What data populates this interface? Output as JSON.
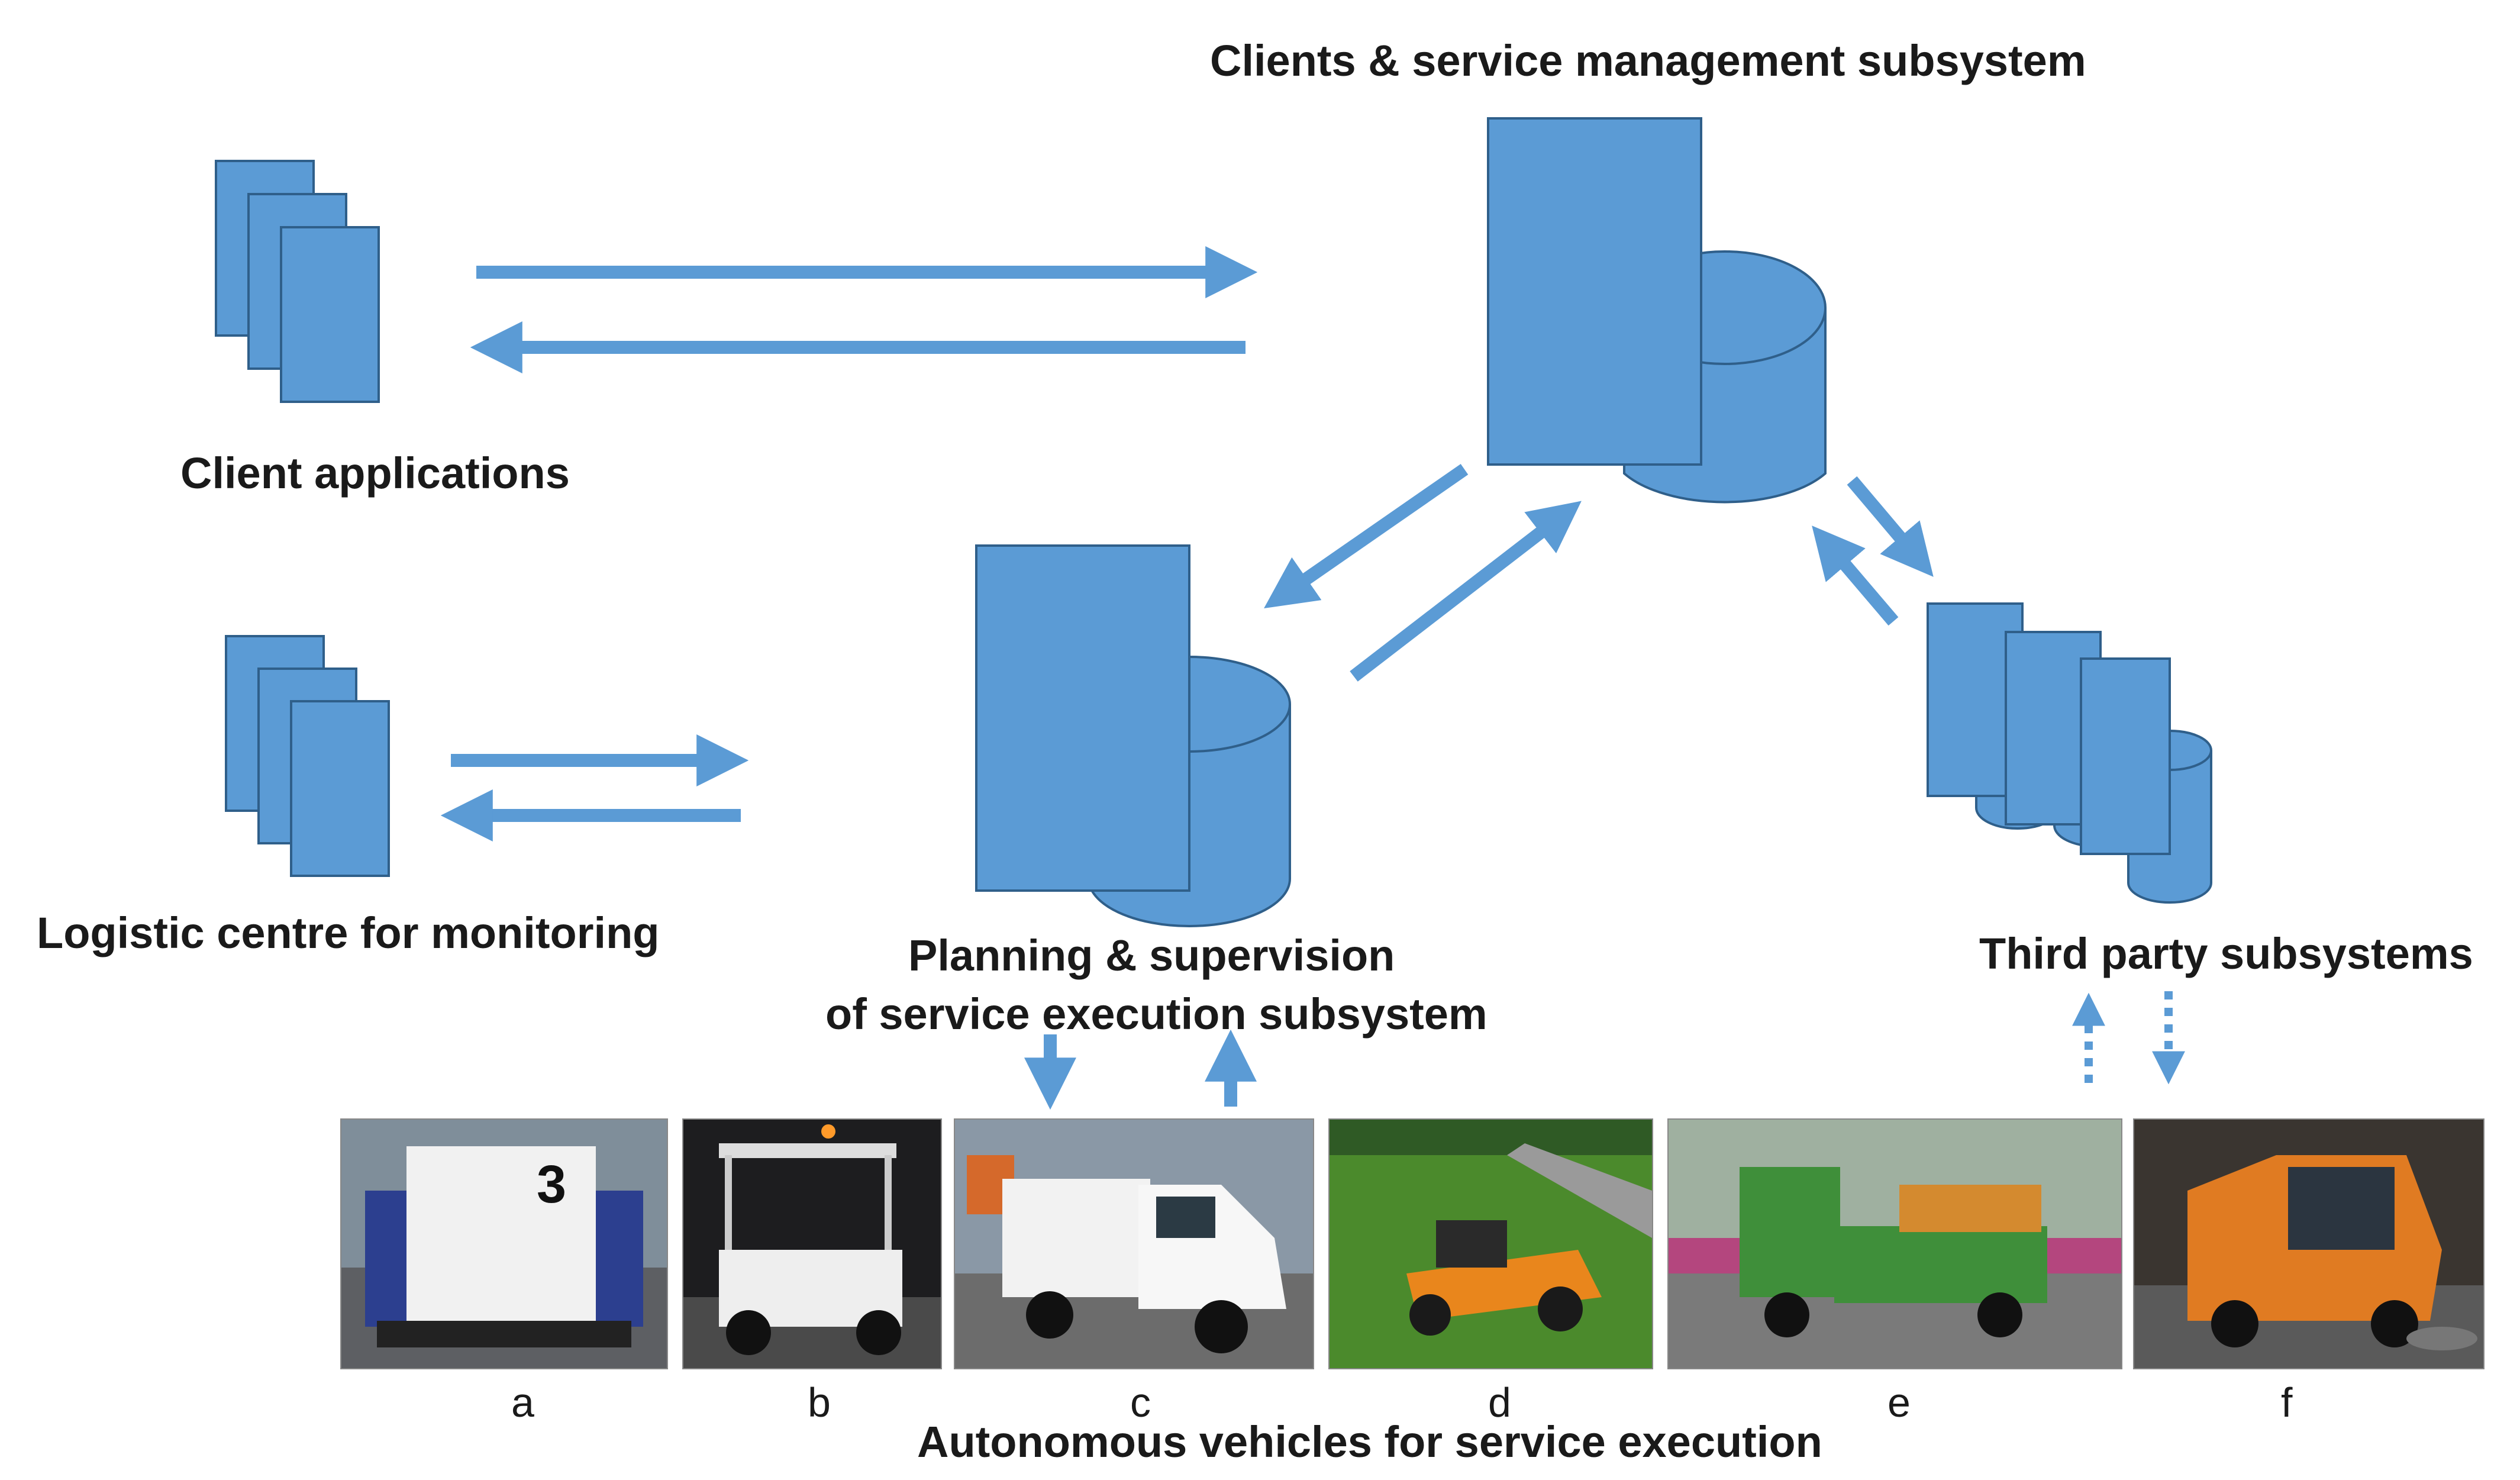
{
  "colors": {
    "shape_fill": "#5B9BD5",
    "shape_stroke": "#2F5F8A",
    "arrow": "#5B9BD5"
  },
  "labels": {
    "clients_service_management": "Clients & service management subsystem",
    "client_applications": "Client applications",
    "logistic_centre": "Logistic centre for monitoring",
    "planning_line1": "Planning & supervision",
    "planning_line2": "of service execution subsystem",
    "third_party": "Third party subsystems",
    "autonomous_vehicles": "Autonomous vehicles for service execution"
  },
  "vehicles": [
    {
      "letter": "a",
      "photo_text": "3",
      "icon": "boxy-delivery-robot-photo"
    },
    {
      "letter": "b",
      "photo_text": "",
      "icon": "autonomous-golf-cart-photo"
    },
    {
      "letter": "c",
      "photo_text": "",
      "icon": "small-white-truck-photo"
    },
    {
      "letter": "d",
      "photo_text": "",
      "icon": "orange-lawn-mower-photo"
    },
    {
      "letter": "e",
      "photo_text": "",
      "icon": "green-utility-vehicle-photo"
    },
    {
      "letter": "f",
      "photo_text": "",
      "icon": "orange-street-sweeper-photo"
    }
  ]
}
